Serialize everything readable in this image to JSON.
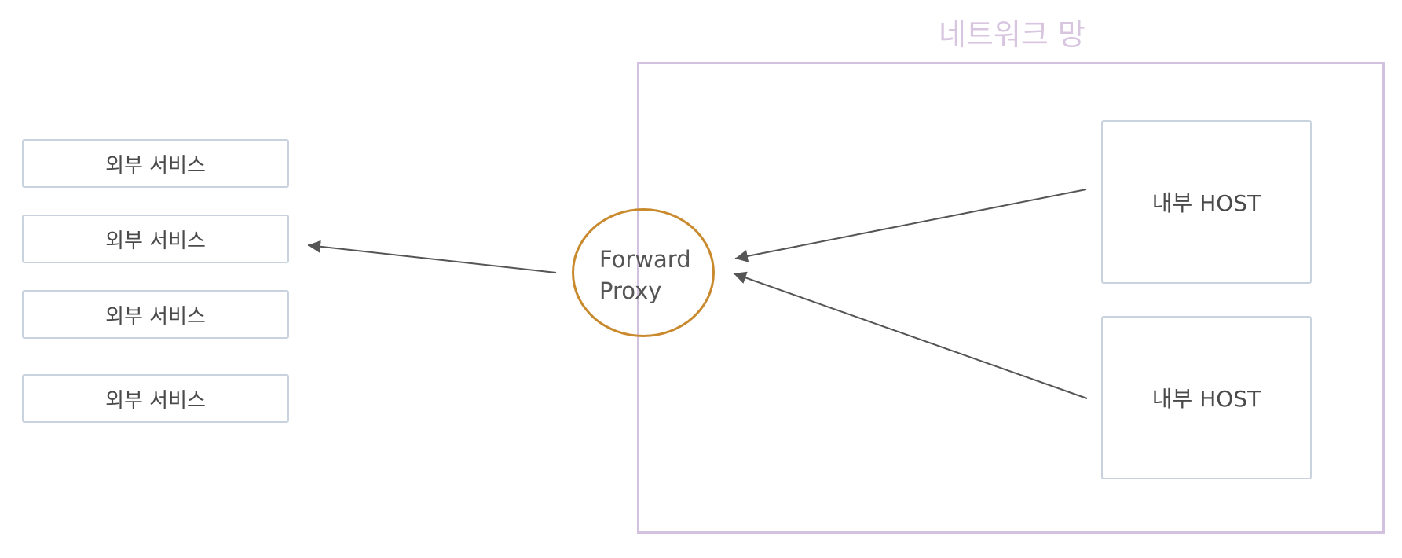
{
  "network": {
    "title": "네트워크 망"
  },
  "external_services": [
    {
      "label": "외부 서비스"
    },
    {
      "label": "외부 서비스"
    },
    {
      "label": "외부 서비스"
    },
    {
      "label": "외부 서비스"
    }
  ],
  "proxy": {
    "line1": "Forward",
    "line2": "Proxy"
  },
  "hosts": [
    {
      "label": "내부 HOST"
    },
    {
      "label": "내부 HOST"
    }
  ],
  "colors": {
    "network_border": "#d3c2df",
    "network_title": "#d8c5e0",
    "service_border": "#c9d3df",
    "proxy_border": "#c98a2d",
    "arrow": "#555555"
  }
}
